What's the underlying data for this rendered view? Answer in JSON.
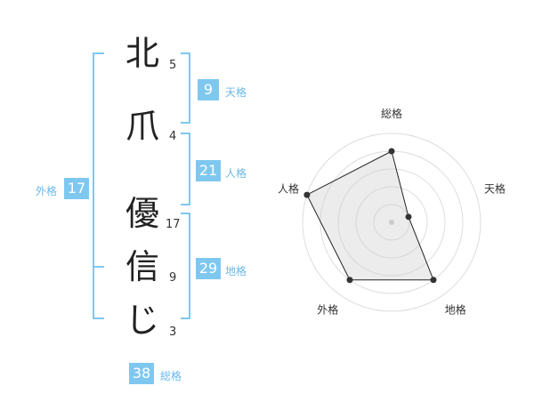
{
  "name": {
    "characters": [
      {
        "char": "北",
        "strokes": "5"
      },
      {
        "char": "爪",
        "strokes": "4"
      },
      {
        "char": "優",
        "strokes": "17"
      },
      {
        "char": "信",
        "strokes": "9"
      },
      {
        "char": "じ",
        "strokes": "3"
      }
    ]
  },
  "fortune": {
    "tenkaku": {
      "value": "9",
      "label": "天格"
    },
    "jinkaku": {
      "value": "21",
      "label": "人格"
    },
    "chikaku": {
      "value": "29",
      "label": "地格"
    },
    "gaikaku": {
      "value": "17",
      "label": "外格"
    },
    "soukaku": {
      "value": "38",
      "label": "総格"
    }
  },
  "colors": {
    "accent": "#7ec8f0",
    "accent_text": "#6bb8e8",
    "bracket": "#7ec8f0"
  },
  "chart_data": {
    "type": "radar",
    "axes": [
      "総格",
      "天格",
      "地格",
      "外格",
      "人格"
    ],
    "values": [
      4,
      1,
      4,
      4,
      5
    ],
    "max": 5,
    "rings": 5
  }
}
